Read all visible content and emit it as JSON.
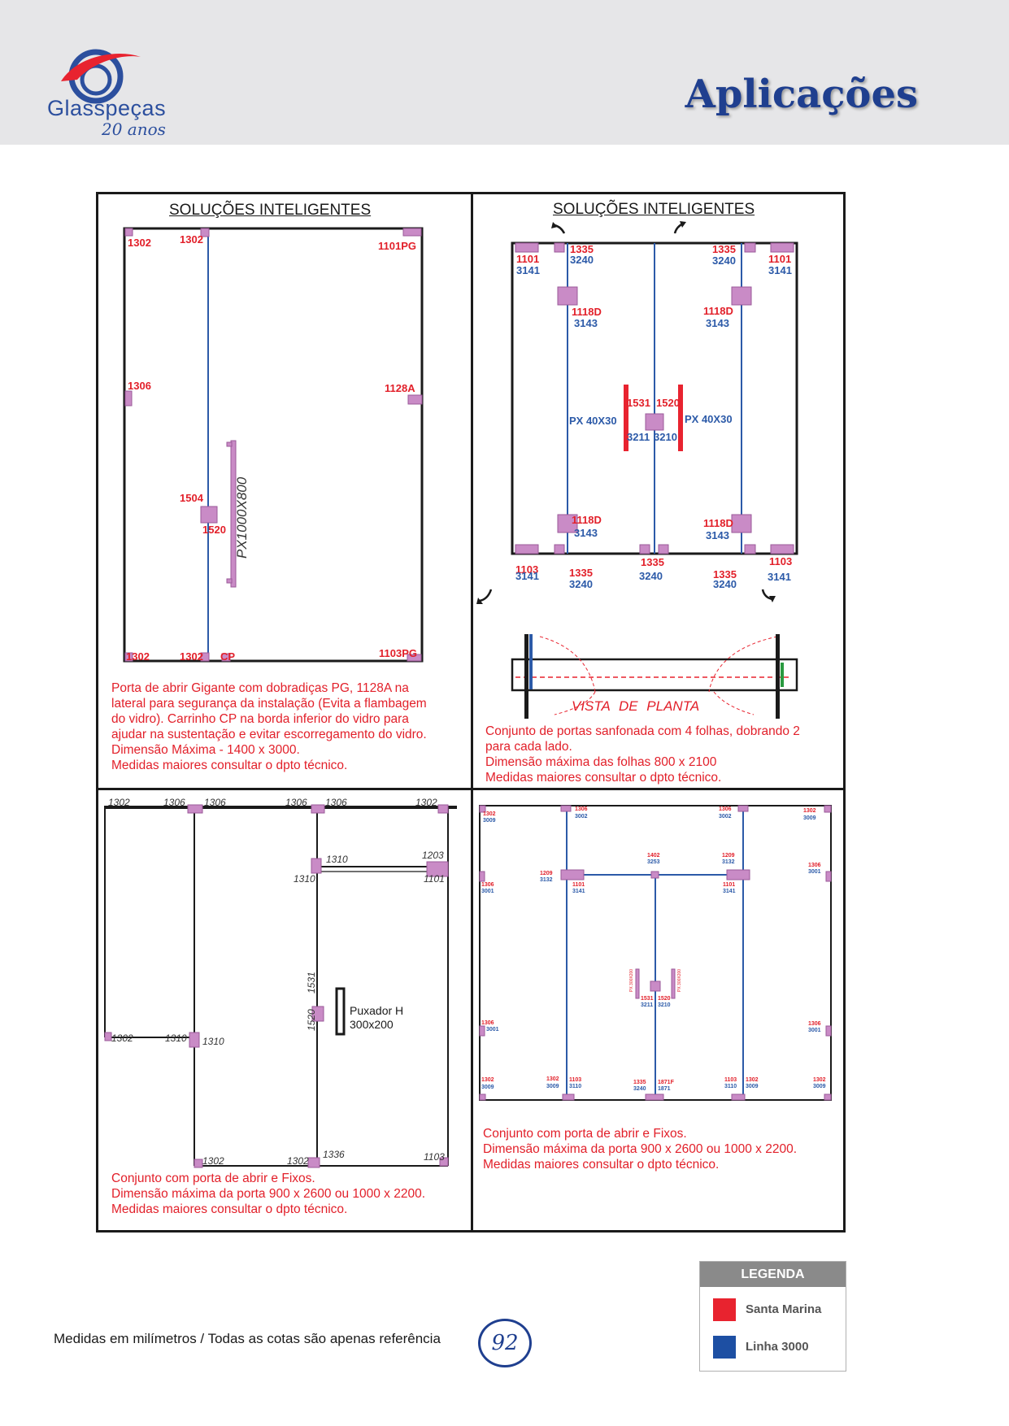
{
  "brand": {
    "name": "Glasspeças",
    "tagline": "20 anos"
  },
  "page_title": "Aplicações",
  "colors": {
    "santa_marina": "#e8232f",
    "linha_3000": "#1d4fa3",
    "fitting": "#c98bc6"
  },
  "panels": [
    {
      "title": "SOLUÇÕES INTELIGENTES",
      "labels": {
        "a1302_tl": "1302",
        "a1302_tm": "1302",
        "a1101pg": "1101PG",
        "a1306": "1306",
        "a1128a": "1128A",
        "a1504": "1504",
        "a1520": "1520",
        "a1302_bl": "1302",
        "a1302_bm": "1302",
        "acp": "CP",
        "a1103pg": "1103PG",
        "puxador": "PX1000X800"
      },
      "description": [
        "Porta de abrir Gigante com dobradiças PG, 1128A na",
        "lateral para segurança da instalação (Evita a flambagem",
        "do vidro). Carrinho CP na borda inferior do vidro para",
        "ajudar na sustentação e evitar escorregamento do vidro.",
        "Dimensão Máxima - 1400 x 3000.",
        "Medidas maiores consultar o dpto técnico."
      ]
    },
    {
      "title": "SOLUÇÕES INTELIGENTES",
      "labels": {
        "tl_1101": "1101",
        "tl_3141": "3141",
        "tl_1335": "1335",
        "tl_3240": "3240",
        "tr_1335": "1335",
        "tr_3240": "3240",
        "tr_1101": "1101",
        "tr_3141": "3141",
        "ml_1118d": "1118D",
        "ml_3143": "3143",
        "mr_1118d": "1118D",
        "mr_3143": "3143",
        "c_1531": "1531",
        "c_1520": "1520",
        "c_3211": "3211",
        "c_3210": "3210",
        "px_l": "PX 40X30",
        "px_r": "PX 40X30",
        "bl_1118d": "1118D",
        "bl_3143": "3143",
        "br_1118d": "1118D",
        "br_3143": "3143",
        "b_1103l": "1103",
        "b_3141l": "3141",
        "b_1335l": "1335",
        "b_3240l": "3240",
        "b_1335m": "1335",
        "b_3240m": "3240",
        "b_1335r": "1335",
        "b_3240r": "3240",
        "b_1103r": "1103",
        "b_3141r": "3141",
        "vista": "VISTA DE PLANTA"
      },
      "description": [
        "Conjunto de portas sanfonada com 4 folhas, dobrando 2",
        "para cada lado.",
        "Dimensão máxima das folhas 800 x 2100",
        "Medidas maiores consultar o dpto técnico."
      ]
    },
    {
      "labels": {
        "t1302a": "1302",
        "t1306a": "1306",
        "t1306b": "1306",
        "t1306c": "1306",
        "t1306d": "1306",
        "t1302b": "1302",
        "m1310a": "1310",
        "m1310b": "1310",
        "m1203": "1203",
        "m1101": "1101",
        "l1302": "1302",
        "l1310a": "1310",
        "l1310b": "1310",
        "c1531": "1531",
        "c1520": "1520",
        "pux1": "Puxador H",
        "pux2": "300x200",
        "b1302a": "1302",
        "b1302b": "1302",
        "b1336": "1336",
        "b1103": "1103"
      },
      "description": [
        "Conjunto com porta de abrir e Fixos.",
        "Dimensão máxima da porta 900 x 2600 ou 1000 x 2200.",
        "Medidas maiores consultar o dpto técnico."
      ]
    },
    {
      "labels": {
        "t1302l": "1302",
        "t3009l": "3009",
        "t1306a": "1306",
        "t3002a": "3002",
        "t1306b": "1306",
        "t3002b": "3002",
        "t1302r": "1302",
        "t3009r": "3009",
        "m1402": "1402",
        "m3253": "3253",
        "m1209r": "1209",
        "m3132r": "3132",
        "m1209l": "1209",
        "m3132l": "3132",
        "m1101l": "1101",
        "m3141l": "3141",
        "m1101r": "1101",
        "m3141r": "3141",
        "s1306l": "1306",
        "s3001l": "3001",
        "s1306r": "1306",
        "s3001r": "3001",
        "c1531": "1531",
        "c3211": "3211",
        "c1520": "1520",
        "c3210": "3210",
        "px_l": "PX 300X200",
        "px_r": "PX 300X200",
        "l1306": "1306",
        "l3001": "3001",
        "r1306": "1306",
        "r3001": "3001",
        "b1302a": "1302",
        "b3009a": "3009",
        "b1302b": "1302",
        "b3009b": "3009",
        "b1103a": "1103",
        "b3110a": "3110",
        "b1335": "1335",
        "b3240": "3240",
        "b1871f": "1871F",
        "b1871": "1871",
        "b1103b": "1103",
        "b3110b": "3110",
        "b1302c": "1302",
        "b3009c": "3009",
        "b1302d": "1302",
        "b3009d": "3009"
      },
      "description": [
        "Conjunto com porta de abrir e Fixos.",
        "Dimensão máxima da porta 900 x 2600 ou 1000 x 2200.",
        "Medidas maiores consultar o dpto técnico."
      ]
    }
  ],
  "footer": {
    "note": "Medidas em milímetros / Todas as cotas são apenas referência",
    "page_number": "92"
  },
  "legend": {
    "title": "LEGENDA",
    "items": [
      {
        "label": "Santa Marina",
        "color": "#e8232f"
      },
      {
        "label": "Linha 3000",
        "color": "#1d4fa3"
      }
    ]
  }
}
